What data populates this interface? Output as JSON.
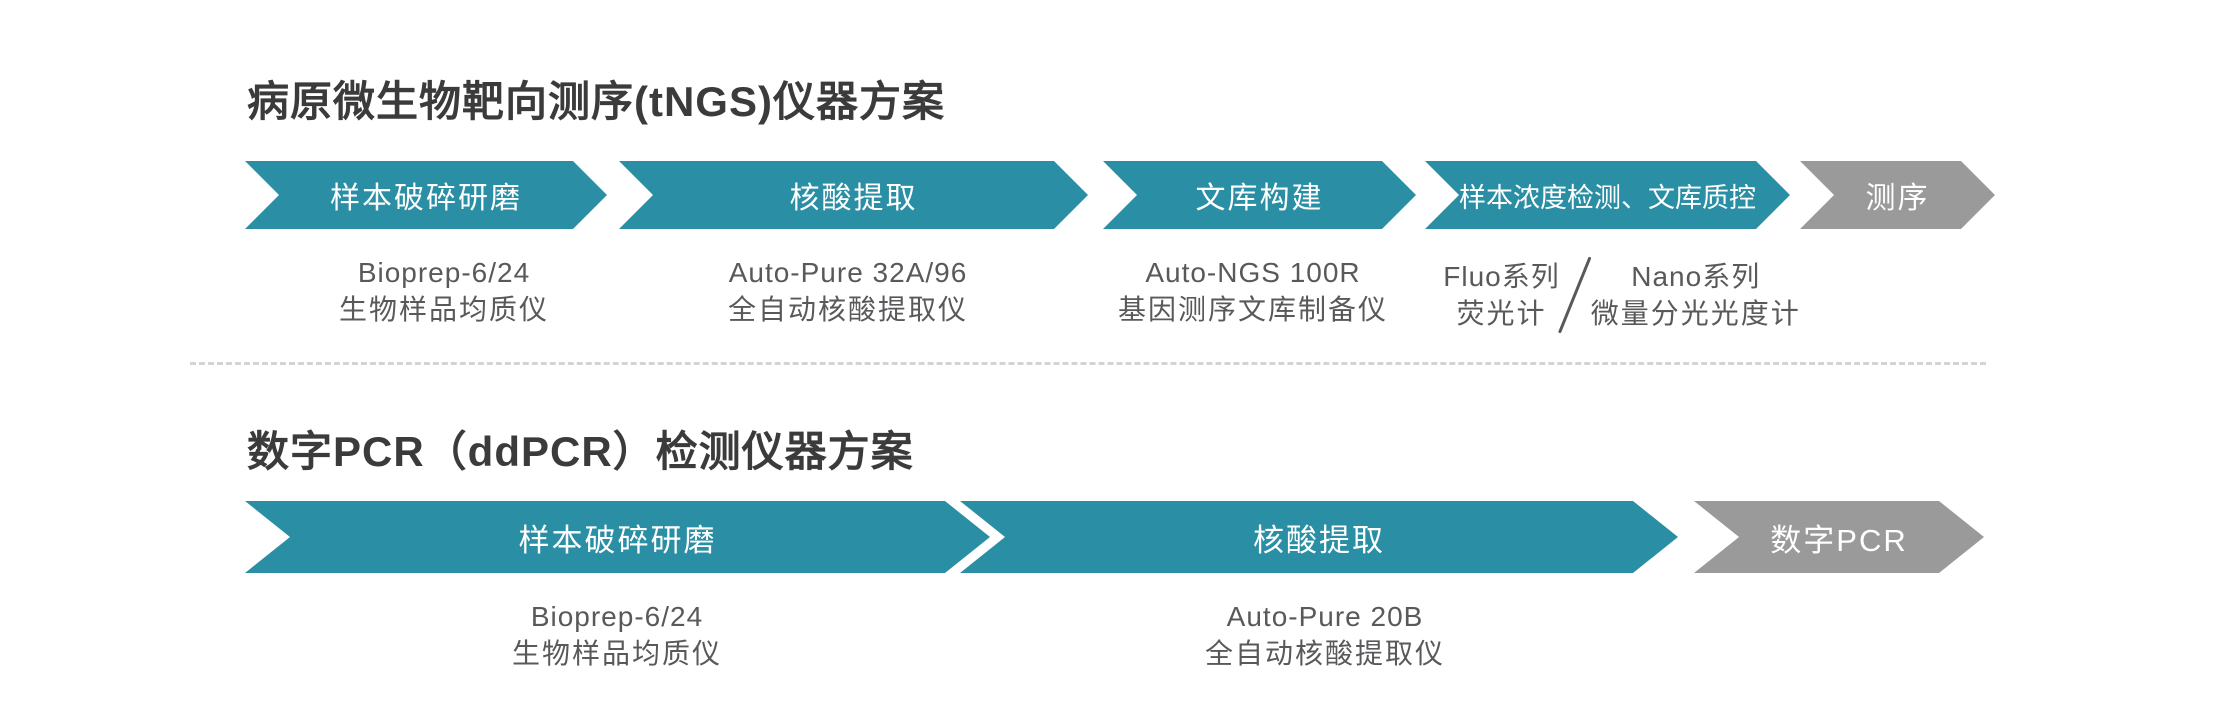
{
  "colors": {
    "teal": "#2a8fa4",
    "gray": "#9a9a9a",
    "title_text": "#3b3b3b",
    "body_text": "#58595b",
    "divider": "#d3d3d3",
    "background": "#ffffff",
    "arrow_label_text": "#ffffff"
  },
  "sections": [
    {
      "title": "病原微生物靶向测序(tNGS)仪器方案",
      "steps": [
        {
          "label": "样本破碎研磨",
          "color": "teal"
        },
        {
          "label": "核酸提取",
          "color": "teal"
        },
        {
          "label": "文库构建",
          "color": "teal"
        },
        {
          "label": "样本浓度检测、文库质控",
          "color": "teal"
        },
        {
          "label": "测序",
          "color": "gray"
        }
      ],
      "instruments": [
        {
          "model": "Bioprep-6/24",
          "name": "生物样品均质仪"
        },
        {
          "model": "Auto-Pure 32A/96",
          "name": "全自动核酸提取仪"
        },
        {
          "model": "Auto-NGS 100R",
          "name": "基因测序文库制备仪"
        },
        {
          "left": {
            "model": "Fluo系列",
            "name": "荧光计"
          },
          "separator": "/",
          "right": {
            "model": "Nano系列",
            "name": "微量分光光度计"
          }
        }
      ]
    },
    {
      "title": "数字PCR（ddPCR）检测仪器方案",
      "steps": [
        {
          "label": "样本破碎研磨",
          "color": "teal"
        },
        {
          "label": "核酸提取",
          "color": "teal"
        },
        {
          "label": "数字PCR",
          "color": "gray"
        }
      ],
      "instruments": [
        {
          "model": "Bioprep-6/24",
          "name": "生物样品均质仪"
        },
        {
          "model": "Auto-Pure 20B",
          "name": "全自动核酸提取仪"
        }
      ]
    }
  ]
}
